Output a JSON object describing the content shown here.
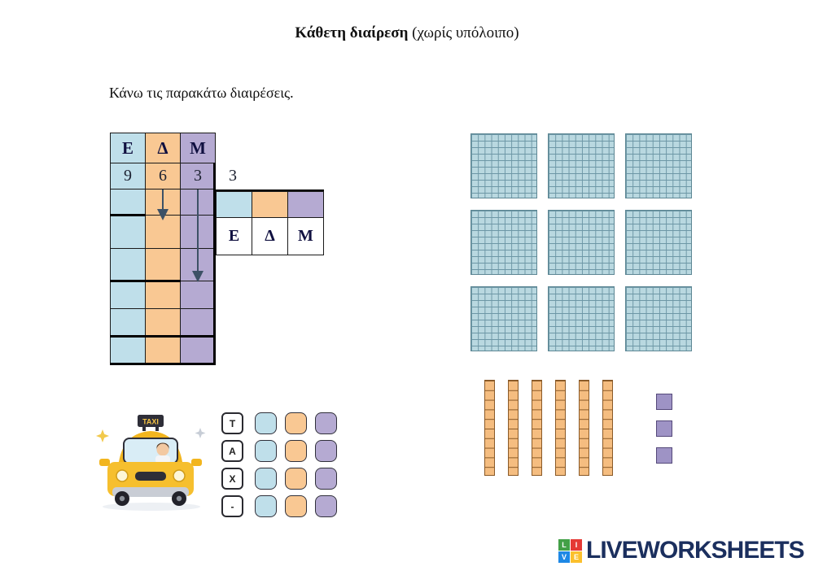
{
  "colors": {
    "blue": "#bfdfea",
    "orange": "#f9c893",
    "purple": "#b5aad2",
    "hundred_fill": "#b9d8e0",
    "hundred_line": "#6d97a6",
    "rod_fill": "#f5bd80",
    "rod_line": "#8a5a28",
    "one_fill": "#9e93c5",
    "arrow": "#3d5166",
    "taxi_yellow": "#f6bf2e",
    "brand_navy": "#1b2f5e"
  },
  "page": {
    "title_bold": "Κάθετη διαίρεση",
    "title_rest": " (χωρίς υπόλοιπο)",
    "instruction": "Κάνω τις παρακάτω διαιρέσεις."
  },
  "division": {
    "headers": [
      "Ε",
      "Δ",
      "Μ"
    ],
    "dividend": [
      "9",
      "6",
      "3"
    ],
    "divisor": "3",
    "quotient_headers": [
      "Ε",
      "Δ",
      "Μ"
    ],
    "work_rows": 6
  },
  "answer_panel": {
    "row_labels": [
      "Τ",
      "Α",
      "Χ",
      "-"
    ],
    "chip_colors": [
      "#bfdfea",
      "#f9c893",
      "#b5aad2"
    ]
  },
  "blocks": {
    "hundreds_count": 9,
    "tens_count": 6,
    "ones_count": 3
  },
  "taxi": {
    "sign_label": "TAXI"
  },
  "footer": {
    "brand": "LIVEWORKSHEETS",
    "logo_letters": [
      "L",
      "I",
      "V",
      "E"
    ],
    "logo_colors": [
      "#43a047",
      "#e53935",
      "#1e88e5",
      "#fbc02d"
    ]
  }
}
